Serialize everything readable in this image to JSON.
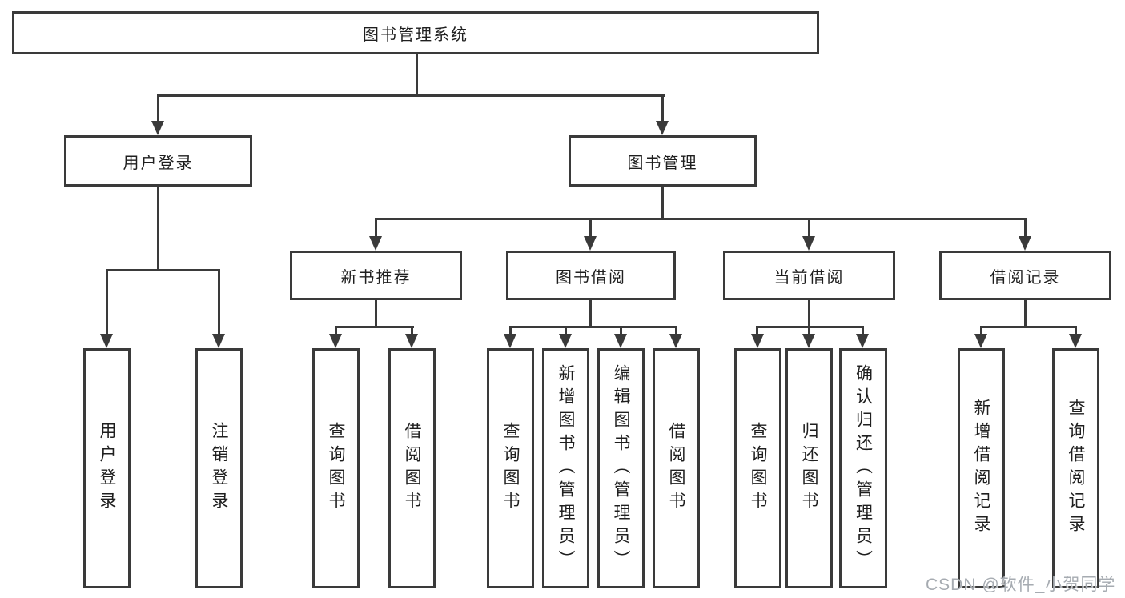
{
  "diagram": {
    "type": "hierarchy-flowchart",
    "orientation": "top-down"
  },
  "tree": {
    "root": {
      "label": "图书管理系统",
      "children": [
        {
          "label": "用户登录",
          "children": [
            {
              "label": "用户登录"
            },
            {
              "label": "注销登录"
            }
          ]
        },
        {
          "label": "图书管理",
          "children": [
            {
              "label": "新书推荐",
              "children": [
                {
                  "label": "查询图书"
                },
                {
                  "label": "借阅图书"
                }
              ]
            },
            {
              "label": "图书借阅",
              "children": [
                {
                  "label": "查询图书"
                },
                {
                  "label": "新增图书（管理员）"
                },
                {
                  "label": "编辑图书（管理员）"
                },
                {
                  "label": "借阅图书"
                }
              ]
            },
            {
              "label": "当前借阅",
              "children": [
                {
                  "label": "查询图书"
                },
                {
                  "label": "归还图书"
                },
                {
                  "label": "确认归还（管理员）"
                }
              ]
            },
            {
              "label": "借阅记录",
              "children": [
                {
                  "label": "新增借阅记录"
                },
                {
                  "label": "查询借阅记录"
                }
              ]
            }
          ]
        }
      ]
    }
  },
  "watermark": {
    "text": "CSDN @软件_小贺同学"
  },
  "colors": {
    "line": "#3a3a3a",
    "text": "#1f1f1f",
    "watermark": "#a6abb1",
    "background": "#ffffff"
  }
}
